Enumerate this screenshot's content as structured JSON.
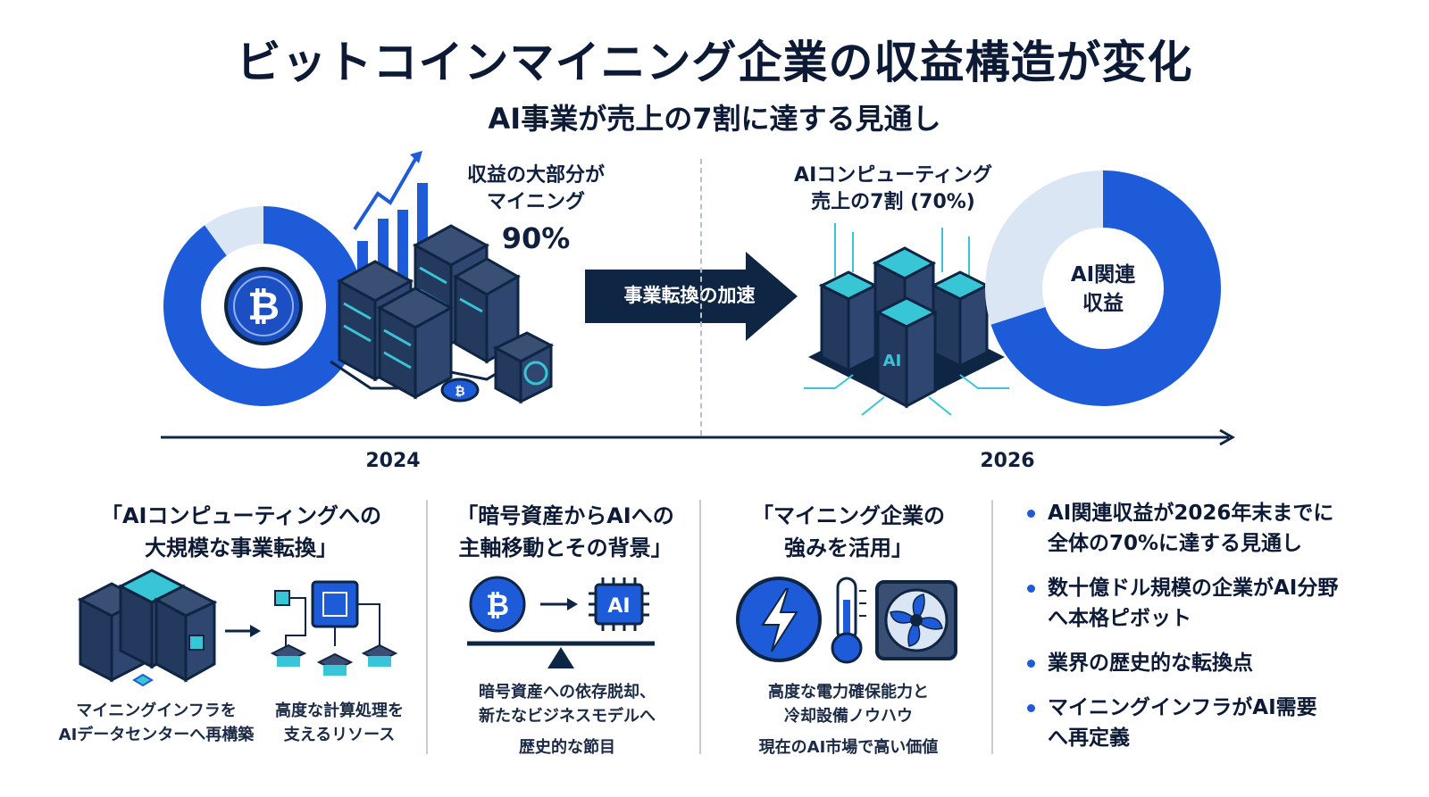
{
  "header": {
    "title": "ビットコインマイニング企業の収益構造が変化",
    "subtitle": "AI事業が売上の7割に達する見通し"
  },
  "left_panel": {
    "note_line1": "収益の大部分が",
    "note_line2": "マイニング",
    "note_percent": "90%",
    "year": "2024",
    "center_icon": "bitcoin-icon"
  },
  "transition": {
    "label": "事業転換の加速"
  },
  "right_panel": {
    "note_line1": "AIコンピューティング",
    "note_line2": "売上の7割 (70%)",
    "donut_center_line1": "AI関連",
    "donut_center_line2": "収益",
    "year": "2026",
    "server_label": "AI"
  },
  "chart_data": [
    {
      "type": "pie",
      "values": [
        90,
        10
      ]
    },
    {
      "type": "pie",
      "values": [
        70,
        30
      ]
    }
  ],
  "colors": {
    "primary": "#1e5bd8",
    "light": "#dbe6f5",
    "navy": "#0f2544",
    "teal": "#38c5d6"
  },
  "cards": [
    {
      "head_line1": "「AIコンピューティングへの",
      "head_line2": "大規模な事業転換」",
      "caption_left_line1": "マイニングインフラを",
      "caption_left_line2": "AIデータセンターへ再構築",
      "caption_right_line1": "高度な計算処理を",
      "caption_right_line2": "支えるリソース"
    },
    {
      "head_line1": "「暗号資産からAIへの",
      "head_line2": "主軸移動とその背景」",
      "chip_label": "AI",
      "caption_line1": "暗号資産への依存脱却、",
      "caption_line2": "新たなビジネスモデルへ",
      "caption_line3": "歴史的な節目"
    },
    {
      "head_line1": "「マイニング企業の",
      "head_line2": "強みを活用」",
      "caption_line1": "高度な電力確保能力と",
      "caption_line2": "冷却設備ノウハウ",
      "caption_line3": "現在のAI市場で高い価値"
    }
  ],
  "bullets": [
    {
      "line1": "AI関連収益が2026年末までに",
      "line2": "全体の70%に達する見通し"
    },
    {
      "line1": "数十億ドル規模の企業がAI分野",
      "line2": "へ本格ピボット"
    },
    {
      "line1": "業界の歴史的な転換点",
      "line2": ""
    },
    {
      "line1": "マイニングインフラがAI需要",
      "line2": "へ再定義"
    }
  ]
}
